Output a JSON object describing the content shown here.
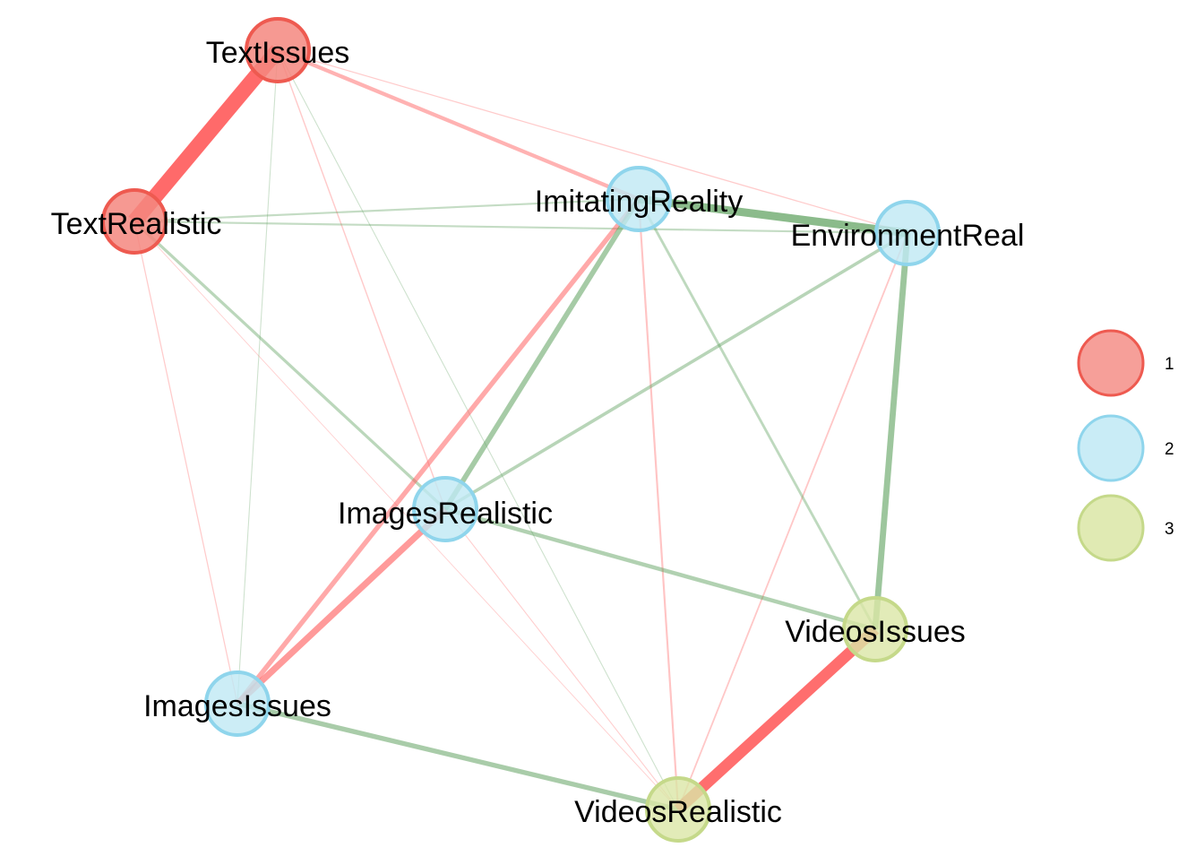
{
  "colors": {
    "positive_edge": "#5a9e5a",
    "negative_edge": "#ff5a5a",
    "group_fill": {
      "1": "#f4877f",
      "2": "#bfe9f4",
      "3": "#dbe6a6"
    },
    "group_stroke": {
      "1": "#ee5a50",
      "2": "#8fd5ec",
      "3": "#c5d98a"
    }
  },
  "nodes": [
    {
      "id": "TextIssues",
      "label": "TextIssues",
      "group": "1"
    },
    {
      "id": "TextRealistic",
      "label": "TextRealistic",
      "group": "1"
    },
    {
      "id": "ImitatingReality",
      "label": "ImitatingReality",
      "group": "2"
    },
    {
      "id": "EnvironmentRealistic",
      "label": "EnvironmentReal",
      "group": "2"
    },
    {
      "id": "ImagesRealistic",
      "label": "ImagesRealistic",
      "group": "2"
    },
    {
      "id": "ImagesIssues",
      "label": "ImagesIssues",
      "group": "2"
    },
    {
      "id": "VideosIssues",
      "label": "VideosIssues",
      "group": "3"
    },
    {
      "id": "VideosRealistic",
      "label": "VideosRealistic",
      "group": "3"
    }
  ],
  "edges": [
    {
      "source": "TextIssues",
      "target": "TextRealistic",
      "sign": "negative",
      "weight": 0.95
    },
    {
      "source": "VideosIssues",
      "target": "VideosRealistic",
      "sign": "negative",
      "weight": 0.7
    },
    {
      "source": "ImitatingReality",
      "target": "EnvironmentRealistic",
      "sign": "positive",
      "weight": 0.5
    },
    {
      "source": "ImagesRealistic",
      "target": "ImagesIssues",
      "sign": "negative",
      "weight": 0.4
    },
    {
      "source": "EnvironmentRealistic",
      "target": "VideosIssues",
      "sign": "positive",
      "weight": 0.38
    },
    {
      "source": "ImitatingReality",
      "target": "ImagesRealistic",
      "sign": "positive",
      "weight": 0.32
    },
    {
      "source": "ImitatingReality",
      "target": "ImagesIssues",
      "sign": "negative",
      "weight": 0.3
    },
    {
      "source": "ImagesIssues",
      "target": "VideosRealistic",
      "sign": "positive",
      "weight": 0.3
    },
    {
      "source": "ImagesRealistic",
      "target": "VideosIssues",
      "sign": "positive",
      "weight": 0.25
    },
    {
      "source": "TextIssues",
      "target": "ImitatingReality",
      "sign": "negative",
      "weight": 0.24
    },
    {
      "source": "EnvironmentRealistic",
      "target": "ImagesRealistic",
      "sign": "positive",
      "weight": 0.2
    },
    {
      "source": "TextRealistic",
      "target": "ImagesRealistic",
      "sign": "positive",
      "weight": 0.18
    },
    {
      "source": "ImitatingReality",
      "target": "VideosIssues",
      "sign": "positive",
      "weight": 0.16
    },
    {
      "source": "TextRealistic",
      "target": "ImitatingReality",
      "sign": "positive",
      "weight": 0.12
    },
    {
      "source": "TextRealistic",
      "target": "EnvironmentRealistic",
      "sign": "positive",
      "weight": 0.12
    },
    {
      "source": "ImitatingReality",
      "target": "VideosRealistic",
      "sign": "negative",
      "weight": 0.12
    },
    {
      "source": "EnvironmentRealistic",
      "target": "VideosRealistic",
      "sign": "negative",
      "weight": 0.1
    },
    {
      "source": "TextIssues",
      "target": "ImagesRealistic",
      "sign": "negative",
      "weight": 0.08
    },
    {
      "source": "TextIssues",
      "target": "EnvironmentRealistic",
      "sign": "negative",
      "weight": 0.07
    },
    {
      "source": "TextIssues",
      "target": "VideosRealistic",
      "sign": "positive",
      "weight": 0.06
    },
    {
      "source": "TextIssues",
      "target": "ImagesIssues",
      "sign": "positive",
      "weight": 0.06
    },
    {
      "source": "TextRealistic",
      "target": "ImagesIssues",
      "sign": "negative",
      "weight": 0.07
    },
    {
      "source": "TextRealistic",
      "target": "VideosRealistic",
      "sign": "negative",
      "weight": 0.05
    },
    {
      "source": "ImagesRealistic",
      "target": "VideosRealistic",
      "sign": "negative",
      "weight": 0.06
    }
  ],
  "legend": [
    {
      "group": "1",
      "label": "1"
    },
    {
      "group": "2",
      "label": "2"
    },
    {
      "group": "3",
      "label": "3"
    }
  ]
}
